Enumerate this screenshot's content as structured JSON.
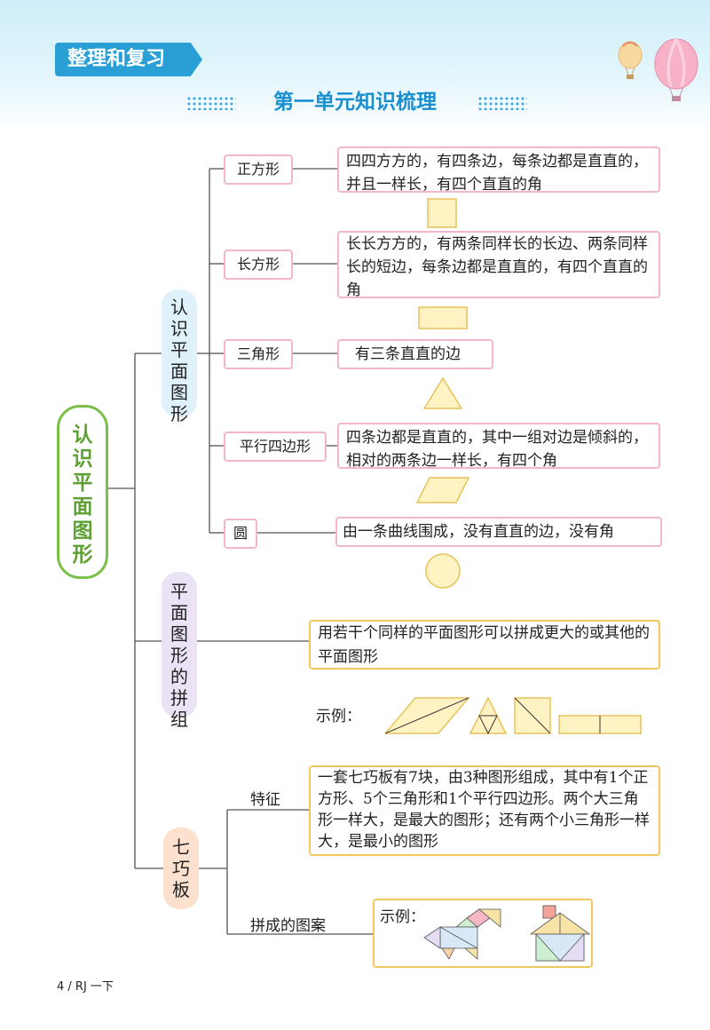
{
  "header": {
    "tag": "整理和复习",
    "unit_title": "第一单元知识梳理"
  },
  "root": {
    "label": "认识平面图形"
  },
  "branches": {
    "b1": {
      "label": "认识平面图形",
      "shapes": [
        {
          "name": "正方形",
          "desc": "四四方方的，有四条边，每条边都是直直的，并且一样长，有四个直直的角"
        },
        {
          "name": "长方形",
          "desc": "长长方方的，有两条同样长的长边、两条同样长的短边，每条边都是直直的，有四个直直的角"
        },
        {
          "name": "三角形",
          "desc": "有三条直直的边"
        },
        {
          "name": "平行四边形",
          "desc": "四条边都是直直的，其中一组对边是倾斜的，相对的两条边一样长，有四个角"
        },
        {
          "name": "圆",
          "desc": "由一条曲线围成，没有直直的边，没有角"
        }
      ]
    },
    "b2": {
      "label": "平面图形的拼组",
      "desc": "用若干个同样的平面图形可以拼成更大的或其他的平面图形",
      "example_label": "示例："
    },
    "b3": {
      "label": "七巧板",
      "feature_label": "特征",
      "feature_desc": "一套七巧板有7块，由3种图形组成，其中有1个正方形、5个三角形和1个平行四边形。两个大三角形一样大，是最大的图形；还有两个小三角形一样大，是最小的图形",
      "pattern_label": "拼成的图案",
      "pattern_example": "示例："
    }
  },
  "footer": {
    "page": "4 / RJ 一下"
  }
}
